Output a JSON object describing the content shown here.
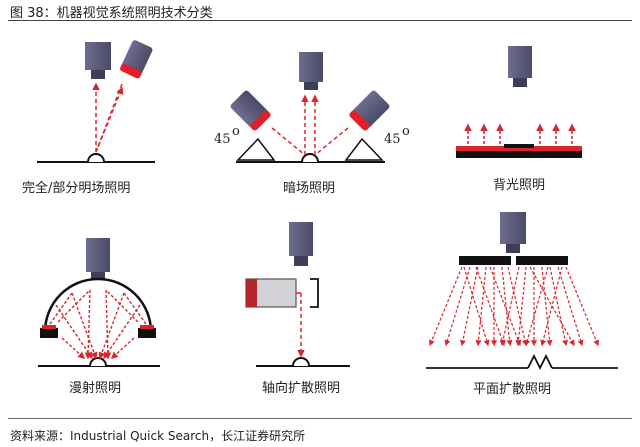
{
  "figure": {
    "title": "图 38：机器视觉系统照明技术分类",
    "source": "资料来源：Industrial Quick Search，长江证券研究所"
  },
  "panels": [
    {
      "label": "完全/部分明场照明"
    },
    {
      "label": "暗场照明",
      "angle_left": "45",
      "angle_right": "45",
      "degree_mark": "o"
    },
    {
      "label": "背光照明"
    },
    {
      "label": "漫射照明"
    },
    {
      "label": "轴向扩散照明"
    },
    {
      "label": "平面扩散照明"
    }
  ],
  "colors": {
    "camera": "#595a7a",
    "light": "#e0202a",
    "ray": "#d9262c",
    "surface": "#111111"
  }
}
